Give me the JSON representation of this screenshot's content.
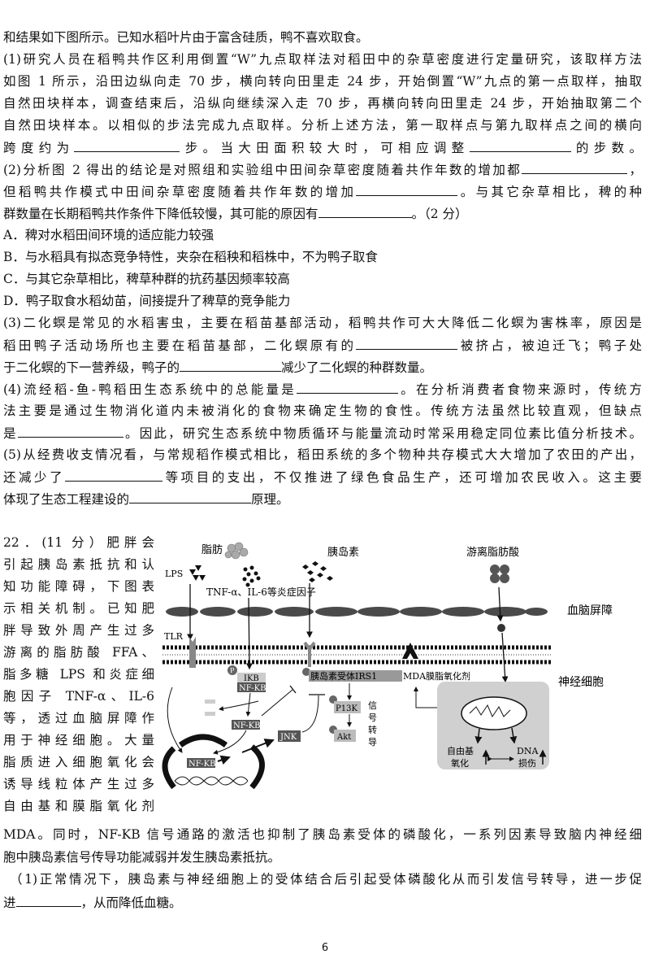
{
  "question21_lines": [
    [
      {
        "t": "和结果如下图所示。已知水稻叶片由于富含硅质，鸭不喜欢取食。"
      }
    ],
    [
      {
        "t": "(1)研究人员在稻鸭共作区利用倒置“W”九点取样法对稻田中的杂草密度进行定量研究，该取样方法"
      }
    ],
    [
      {
        "t": "如图 1 所示，沿田边纵向走 70 步，横向转向田里走 24 步，开始倒置“W”九点的第一点取样，抽取"
      }
    ],
    [
      {
        "t": "自然田块样本，调查结束后，沿纵向继续深入走 70 步，再横向转向田里走 24 步，开始抽取第二个"
      }
    ],
    [
      {
        "t": "自然田块样本。以相似的步法完成九点取样。分析上述方法，第一取样点与第九取样点之间的横向"
      }
    ],
    [
      {
        "t": "跨度约为"
      },
      {
        "b": 130
      },
      {
        "t": "步。当大田面积较大时，可相应调整"
      },
      {
        "b": 125
      },
      {
        "t": "的步数。"
      }
    ],
    [
      {
        "t": "(2)分析图 2 得出的结论是对照组和实验组中田间杂草密度随着共作年数的增加都"
      },
      {
        "b": 130
      },
      {
        "t": "，"
      }
    ],
    [
      {
        "t": "但稻鸭共作模式中田间杂草密度随着共作年数的增加"
      },
      {
        "b": 125
      },
      {
        "t": "。与其它杂草相比，稗的种"
      }
    ],
    [
      {
        "t": "群数量在长期稻鸭共作条件下降低较慢，其可能的原因有"
      },
      {
        "b": 115
      },
      {
        "t": "。（2 分）"
      }
    ],
    [
      {
        "t": "A．稗对水稻田间环境的适应能力较强"
      }
    ],
    [
      {
        "t": "B．与水稻具有拟态竞争特性，夹杂在稻秧和稻株中，不为鸭子取食"
      }
    ],
    [
      {
        "t": "C．与其它杂草相比，稗草种群的抗药基因频率较高"
      }
    ],
    [
      {
        "t": "D．鸭子取食水稻幼苗，间接提升了稗草的竞争能力"
      }
    ],
    [
      {
        "t": "(3)二化螟是常见的水稻害虫，主要在稻苗基部活动，稻鸭共作可大大降低二化螟为害株率，原因是"
      }
    ],
    [
      {
        "t": "稻田鸭子活动场所也主要在稻苗基部，二化螟原有的"
      },
      {
        "b": 125
      },
      {
        "t": "被挤占，被迫迁飞；鸭子处"
      }
    ],
    [
      {
        "t": "于二化螟的下一营养级，鸭子的"
      },
      {
        "b": 125
      },
      {
        "t": "减少了二化螟的种群数量。"
      }
    ],
    [
      {
        "t": "(4)流经稻-鱼-鸭稻田生态系统中的总能量是"
      },
      {
        "b": 125
      },
      {
        "t": "。在分析消费者食物来源时，传统方"
      }
    ],
    [
      {
        "t": "法主要是通过生物消化道内未被消化的食物来确定生物的食性。传统方法虽然比较直观，但缺点"
      }
    ],
    [
      {
        "t": "是"
      },
      {
        "b": 130
      },
      {
        "t": "。因此，研究生态系统中物质循环与能量流动时常采用稳定同位素比值分析技术。"
      }
    ],
    [
      {
        "t": "(5)从经费收支情况看，与常规稻作模式相比，稻田系统的多个物种共存模式大大增加了农田的产出，"
      }
    ],
    [
      {
        "t": "还减少了"
      },
      {
        "b": 120
      },
      {
        "t": "等项目的支出，不仅推进了绿色食品生产，还可增加农民收入。这主要"
      }
    ],
    [
      {
        "t": "体现了生态工程建设的"
      },
      {
        "b": 150
      },
      {
        "t": "原理。"
      }
    ]
  ],
  "question22_left_lines": [
    "22．(11 分）肥胖会",
    "引起胰岛素抵抗和认",
    "知功能障碍，下图表",
    "示相关机制。已知肥",
    "胖导致外周产生过多",
    "游离的脂肪酸 FFA、",
    "脂多糖 LPS 和炎症细",
    "胞因子 TNF-α、IL-6",
    "等，透过血脑屏障作",
    "用于神经细胞。大量",
    "脂质进入细胞氧化会",
    "诱导线粒体产生过多",
    "自由基和膜脂氧化剂"
  ],
  "question22_lines": [
    [
      {
        "t": "MDA。同时，NF-KB 信号通路的激活也抑制了胰岛素受体的磷酸化，一系列因素导致脑内神经细"
      }
    ],
    [
      {
        "t": "胞中胰岛素信号传导功能减弱并发生胰岛素抵抗。"
      }
    ],
    [
      {
        "t": "（1)正常情况下，胰岛素与神经细胞上的受体结合后引起受体磷酸化从而引发信号转导，进一步促"
      }
    ],
    [
      {
        "t": "进"
      },
      {
        "b": 80
      },
      {
        "t": "，从而降低血糖。"
      }
    ]
  ],
  "diagram": {
    "fat": "脂肪",
    "lps": "LPS",
    "inflammatory": "TNF-α、IL-6等炎症因子",
    "insulin": "胰岛素",
    "ffa": "游离脂肪酸",
    "bbb": "血脑屏障",
    "tlr": "TLR",
    "neuron": "神经细胞",
    "p": "P",
    "ikb": "IKB",
    "nfkb": "NF-KB",
    "receptor": "胰岛素受体IRS1",
    "mda": "MDA膜脂氧化剂",
    "pi3k": "P13K",
    "akt": "Akt",
    "signal": [
      "信",
      "号",
      "转",
      "导"
    ],
    "jnk": "JNK",
    "radical": [
      "自由基",
      "氧化"
    ],
    "dna": [
      "DNA",
      "损伤"
    ]
  },
  "page_number": "6"
}
